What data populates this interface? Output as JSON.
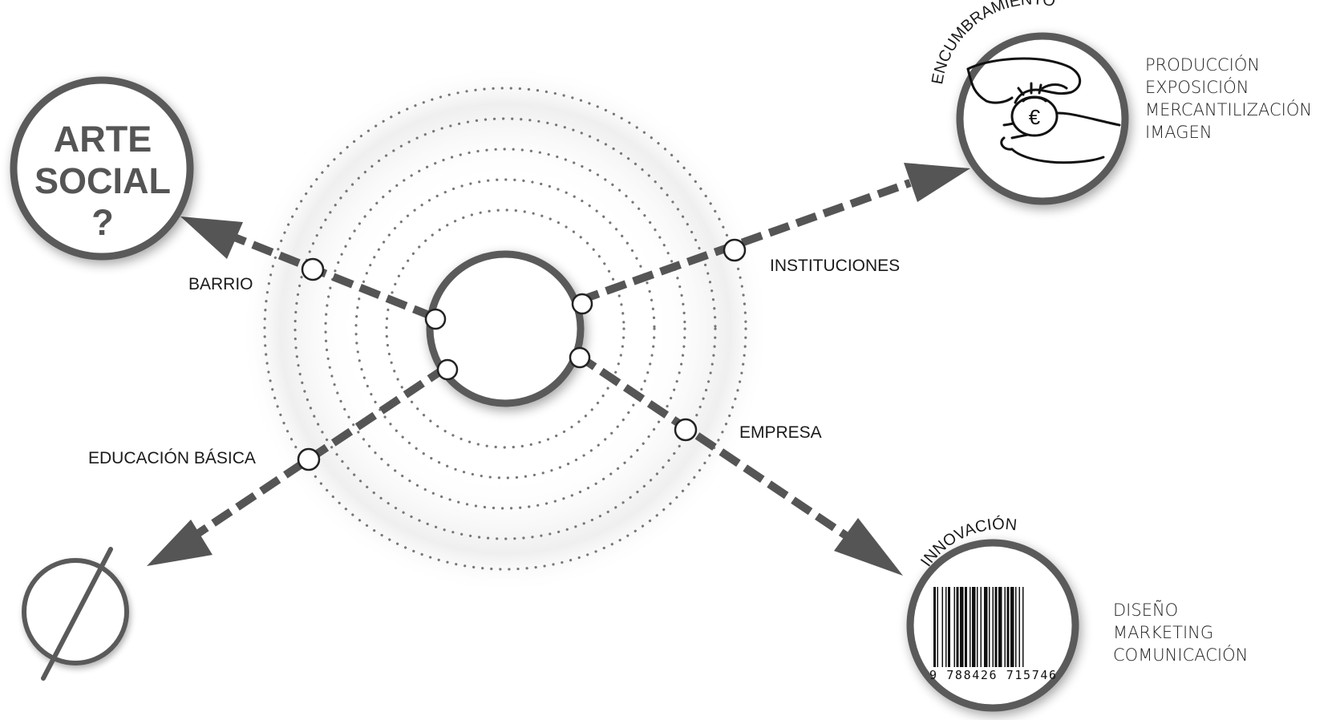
{
  "colors": {
    "ring": "#5a5a5a",
    "arrow": "#555555",
    "dots": "#777777",
    "text": "#1a1a1a",
    "bg": "#ffffff"
  },
  "arte_social": {
    "line1": "ARTE",
    "line2": "SOCIAL",
    "line3": "?"
  },
  "labels": {
    "barrio": "BARRIO",
    "instituciones": "INSTITUCIONES",
    "educacion": "EDUCACIÓN BÁSICA",
    "empresa": "EMPRESA"
  },
  "encumbramiento": {
    "title": "ENCUMBRAMIENTO",
    "icon": "hands-money-bag-euro-icon",
    "currency_symbol": "€",
    "items": [
      "PRODUCCIÓN",
      "EXPOSICIÓN",
      "MERCANTILIZACIÓN",
      "IMAGEN"
    ]
  },
  "innovacion": {
    "title": "INNOVACIÓN",
    "icon": "barcode-icon",
    "barcode_number": "9 788426 715746",
    "items": [
      "DISEÑO",
      "MARKETING",
      "COMUNICACIÓN"
    ]
  },
  "empty_set": {
    "icon": "empty-set-icon"
  }
}
